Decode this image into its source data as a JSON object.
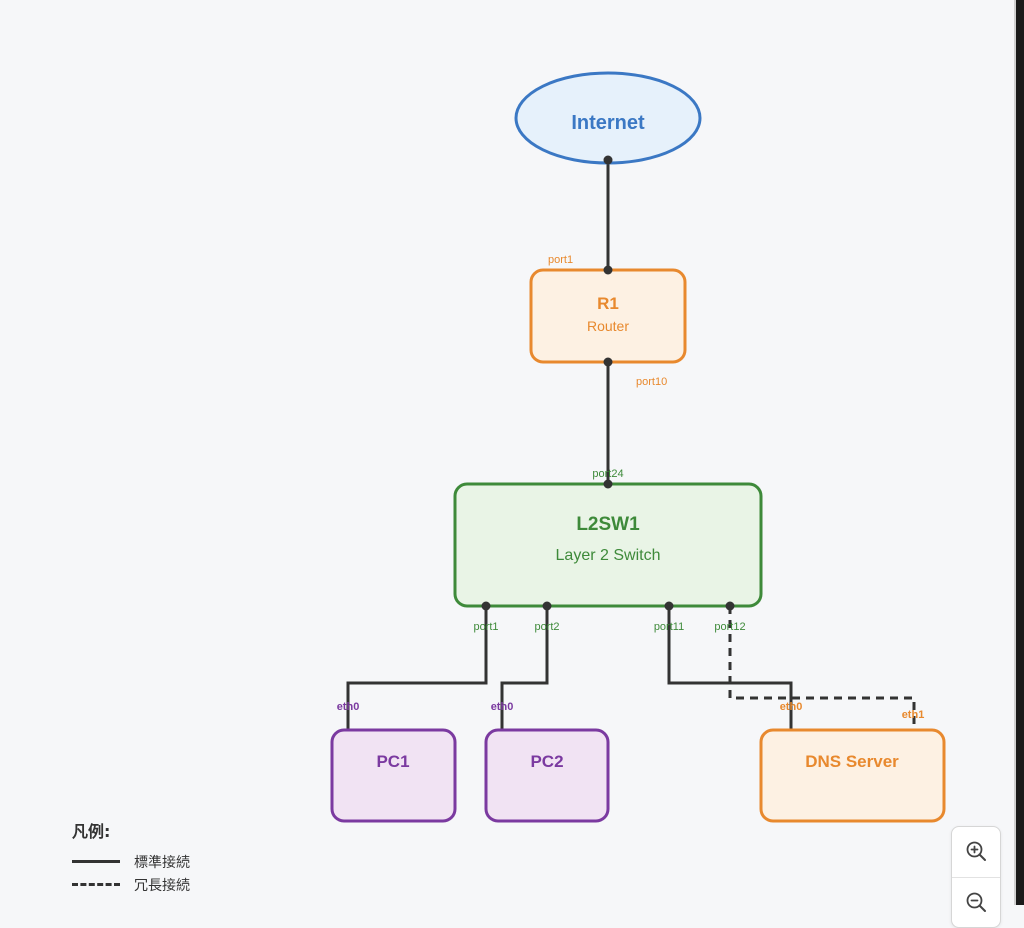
{
  "nodes": {
    "internet": {
      "label": "Internet"
    },
    "r1": {
      "label": "R1",
      "sublabel": "Router"
    },
    "l2sw1": {
      "label": "L2SW1",
      "sublabel": "Layer 2 Switch"
    },
    "pc1": {
      "label": "PC1"
    },
    "pc2": {
      "label": "PC2"
    },
    "dns": {
      "label": "DNS Server"
    }
  },
  "ports": {
    "r1_top": "port1",
    "r1_bottom": "port10",
    "sw_top": "port24",
    "sw_p1": "port1",
    "sw_p2": "port2",
    "sw_p11": "port11",
    "sw_p12": "port12",
    "pc1_eth0": "eth0",
    "pc2_eth0": "eth0",
    "dns_eth0": "eth0",
    "dns_eth1": "eth1"
  },
  "legend": {
    "title": "凡例:",
    "standard": "標準接続",
    "redundant": "冗長接続"
  },
  "colors": {
    "internet": "#3b78c4",
    "router": "#e8892e",
    "switch": "#3e8a3a",
    "pc": "#7b3aa0",
    "dns": "#e8892e",
    "link": "#333333"
  },
  "controls": {
    "zoom_in": "zoom-in-icon",
    "zoom_out": "zoom-out-icon"
  }
}
